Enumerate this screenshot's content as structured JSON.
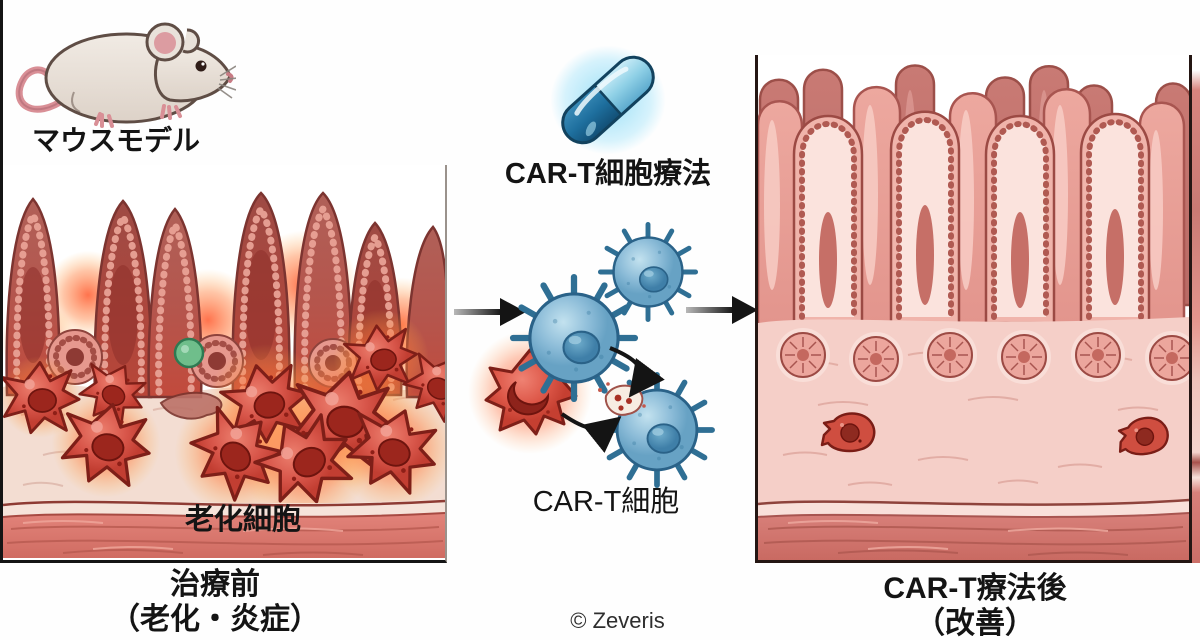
{
  "figure": {
    "mouse_label": "マウスモデル",
    "therapy_label": "CAR-T細胞療法",
    "cart_cell_label": "CAR-T細胞",
    "credit": "© Zeveris"
  },
  "left_panel": {
    "tissue_label": "老化細胞",
    "caption_line1": "治療前",
    "caption_line2": "（老化・炎症）"
  },
  "right_panel": {
    "caption_line1": "CAR-T療法後",
    "caption_line2": "（改善）"
  },
  "colors": {
    "capsule_light_blue": "#9fd6ec",
    "capsule_dark_blue": "#1e6f9e",
    "cart_cell_blue": "#7db8d6",
    "senescent_cell_red": "#d8564a",
    "inflammation_glow_orange": "#ff8c42",
    "healthy_villi_pink": "#e9a29a",
    "muscle_layer_pink": "#d77c72",
    "green_cell": "#5cb87a",
    "text_black": "#141414"
  }
}
